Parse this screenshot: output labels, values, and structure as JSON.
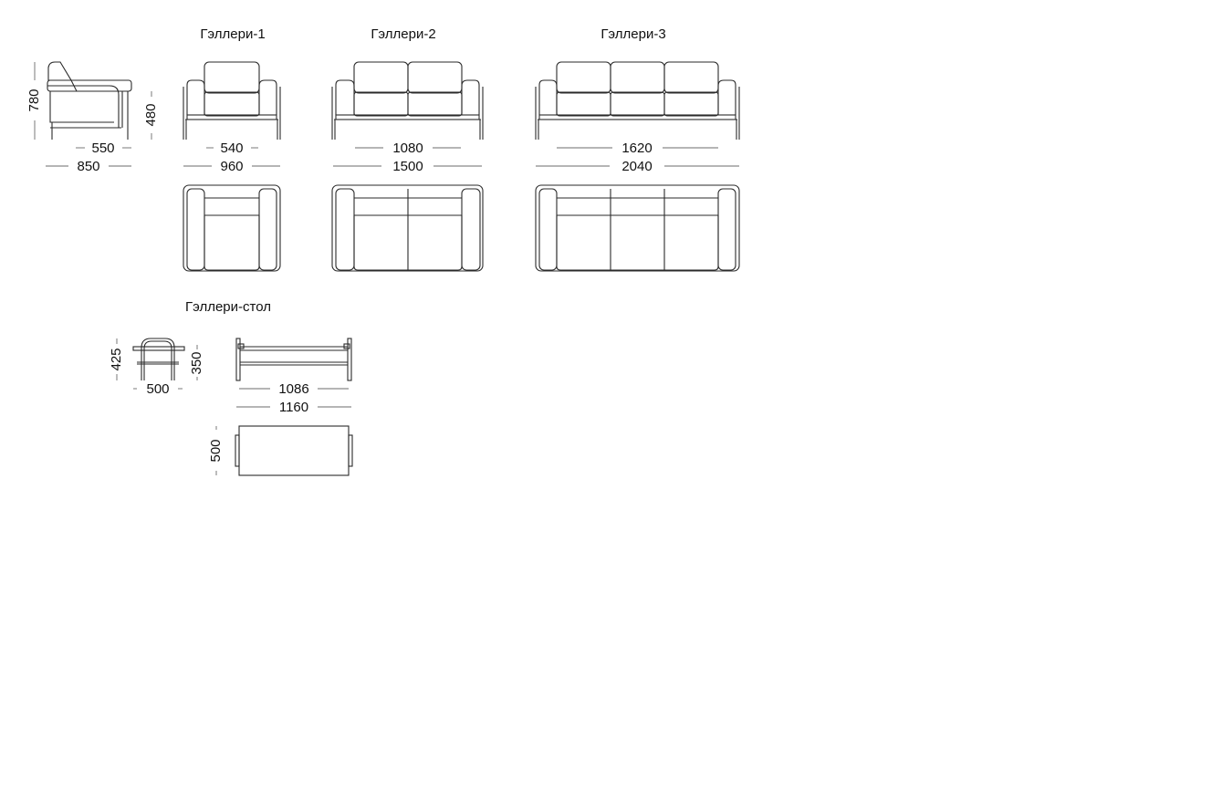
{
  "colors": {
    "line": "#2a2a2a",
    "dim_line": "#6b6b6b",
    "text": "#111111",
    "background": "#ffffff"
  },
  "titles": {
    "sofa1": "Гэллери-1",
    "sofa2": "Гэллери-2",
    "sofa3": "Гэллери-3",
    "table": "Гэллери-стол"
  },
  "dims": {
    "side_height": "780",
    "side_depth_inner": "550",
    "side_depth": "850",
    "seat_height": "480",
    "sofa1_seat_width": "540",
    "sofa1_width": "960",
    "sofa2_seat_width": "1080",
    "sofa2_width": "1500",
    "sofa3_seat_width": "1620",
    "sofa3_width": "2040",
    "table_height": "425",
    "table_depth": "500",
    "table_shelf_height": "350",
    "table_inner_width": "1086",
    "table_width": "1160",
    "table_top_depth": "500"
  }
}
